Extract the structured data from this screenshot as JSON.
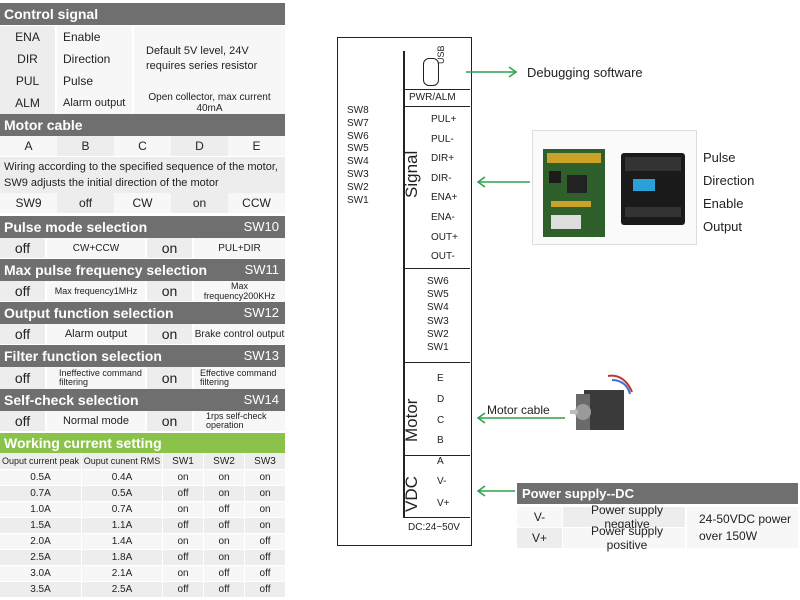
{
  "control_signal": {
    "title": "Control signal",
    "rows": [
      {
        "code": "ENA",
        "name": "Enable"
      },
      {
        "code": "DIR",
        "name": "Direction"
      },
      {
        "code": "PUL",
        "name": "Pulse"
      },
      {
        "code": "ALM",
        "name": "Alarm output"
      }
    ],
    "note_level": "Default 5V level, 24V requires series resistor",
    "note_alm": "Open collector, max current 40mA"
  },
  "motor_cable": {
    "title": "Motor cable",
    "letters": [
      "A",
      "B",
      "C",
      "D",
      "E"
    ],
    "note": "Wiring according to the specified sequence of the motor, SW9 adjusts the initial direction of the motor",
    "sw9": [
      "SW9",
      "off",
      "CW",
      "on",
      "CCW"
    ]
  },
  "selections": [
    {
      "title": "Pulse mode selection",
      "sw": "SW10",
      "off": "off",
      "off_desc": "CW+CCW",
      "on": "on",
      "on_desc": "PUL+DIR"
    },
    {
      "title": "Max pulse frequency selection",
      "sw": "SW11",
      "off": "off",
      "off_desc": "Max frequency1MHz",
      "on": "on",
      "on_desc": "Max frequency200KHz"
    },
    {
      "title": "Output function selection",
      "sw": "SW12",
      "off": "off",
      "off_desc": "Alarm output",
      "on": "on",
      "on_desc": "Brake control output"
    },
    {
      "title": "Filter function selection",
      "sw": "SW13",
      "off": "off",
      "off_desc": "Ineffective command filtering",
      "on": "on",
      "on_desc": "Effective command filtering"
    },
    {
      "title": "Self-check selection",
      "sw": "SW14",
      "off": "off",
      "off_desc": "Normal mode",
      "on": "on",
      "on_desc": "1rps self-check operation"
    }
  ],
  "current": {
    "title": "Working current setting",
    "headers": [
      "Ouput current peak",
      "Ouput cunent RMS",
      "SW1",
      "SW2",
      "SW3"
    ],
    "rows": [
      [
        "0.5A",
        "0.4A",
        "on",
        "on",
        "on"
      ],
      [
        "0.7A",
        "0.5A",
        "off",
        "on",
        "on"
      ],
      [
        "1.0A",
        "0.7A",
        "on",
        "off",
        "on"
      ],
      [
        "1.5A",
        "1.1A",
        "off",
        "off",
        "on"
      ],
      [
        "2.0A",
        "1.4A",
        "on",
        "on",
        "off"
      ],
      [
        "2.5A",
        "1.8A",
        "off",
        "on",
        "off"
      ],
      [
        "3.0A",
        "2.1A",
        "on",
        "off",
        "off"
      ],
      [
        "3.5A",
        "2.5A",
        "off",
        "off",
        "off"
      ]
    ]
  },
  "driver": {
    "sw_left": [
      "SW8",
      "SW7",
      "SW6",
      "SW5",
      "SW4",
      "SW3",
      "SW2",
      "SW1"
    ],
    "usb": "USB",
    "pwr_alm": "PWR/ALM",
    "signal_label": "Signal",
    "signal_pins": [
      "PUL+",
      "PUL-",
      "DIR+",
      "DIR-",
      "ENA+",
      "ENA-",
      "OUT+",
      "OUT-"
    ],
    "sw_right": [
      "SW6",
      "SW5",
      "SW4",
      "SW3",
      "SW2",
      "SW1"
    ],
    "motor_label": "Motor",
    "motor_pins": [
      "E",
      "D",
      "C",
      "B",
      "A"
    ],
    "vdc_label": "VDC",
    "vdc_pins": [
      "V-",
      "V+"
    ],
    "dc_range": "DC:24~50V"
  },
  "right": {
    "debug": "Debugging software",
    "signal_list": [
      "Pulse",
      "Direction",
      "Enable",
      "Output"
    ],
    "motor_cable": "Motor cable",
    "power": {
      "title": "Power supply--DC",
      "rows": [
        {
          "pin": "V-",
          "desc": "Power supply negative"
        },
        {
          "pin": "V+",
          "desc": "Power supply positive"
        }
      ],
      "note": "24-50VDC power over 150W"
    }
  },
  "colors": {
    "header_gray": "#6f6f6f",
    "header_green": "#8bc34a",
    "arrow_green": "#2ea24a"
  }
}
